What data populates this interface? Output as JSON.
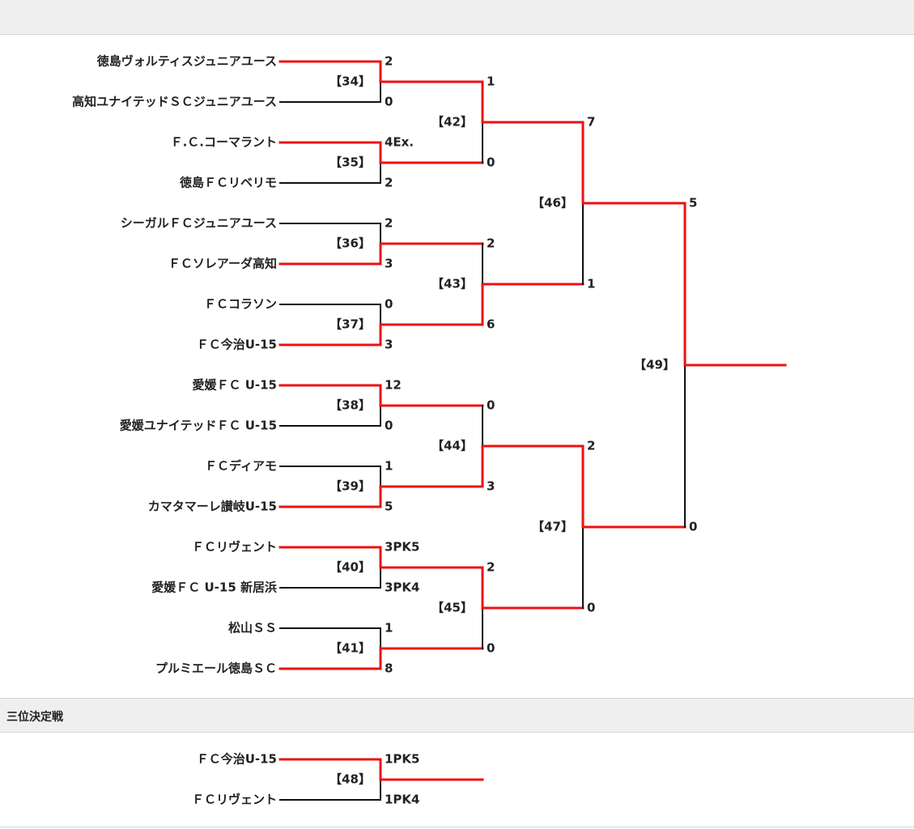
{
  "section_third_place": "三位決定戦",
  "teams": [
    "徳島ヴォルティスジュニアユース",
    "高知ユナイテッドＳＣジュニアユース",
    "Ｆ.Ｃ.コーマラント",
    "徳島ＦＣリベリモ",
    "シーガルＦＣジュニアユース",
    "ＦＣソレアーダ高知",
    "ＦＣコラソン",
    "ＦＣ今治U-15",
    "愛媛ＦＣ U-15",
    "愛媛ユナイテッドＦＣ U-15",
    "ＦＣディアモ",
    "カマタマーレ讃岐U-15",
    "ＦＣリヴェント",
    "愛媛ＦＣ U-15 新居浜",
    "松山ＳＳ",
    "プルミエール徳島ＳＣ"
  ],
  "round1": [
    {
      "match": "【34】",
      "scores": [
        "2",
        "0"
      ],
      "winner": 0
    },
    {
      "match": "【35】",
      "scores": [
        "4Ex.",
        "2"
      ],
      "winner": 0
    },
    {
      "match": "【36】",
      "scores": [
        "2",
        "3"
      ],
      "winner": 1
    },
    {
      "match": "【37】",
      "scores": [
        "0",
        "3"
      ],
      "winner": 1
    },
    {
      "match": "【38】",
      "scores": [
        "12",
        "0"
      ],
      "winner": 0
    },
    {
      "match": "【39】",
      "scores": [
        "1",
        "5"
      ],
      "winner": 1
    },
    {
      "match": "【40】",
      "scores": [
        "3PK5",
        "3PK4"
      ],
      "winner": 0
    },
    {
      "match": "【41】",
      "scores": [
        "1",
        "8"
      ],
      "winner": 1
    }
  ],
  "round2": [
    {
      "match": "【42】",
      "scores": [
        "1",
        "0"
      ],
      "winner": 0
    },
    {
      "match": "【43】",
      "scores": [
        "2",
        "6"
      ],
      "winner": 1
    },
    {
      "match": "【44】",
      "scores": [
        "0",
        "3"
      ],
      "winner": 1
    },
    {
      "match": "【45】",
      "scores": [
        "2",
        "0"
      ],
      "winner": 0
    }
  ],
  "round3": [
    {
      "match": "【46】",
      "scores": [
        "7",
        "1"
      ],
      "winner": 0
    },
    {
      "match": "【47】",
      "scores": [
        "2",
        "0"
      ],
      "winner": 0
    }
  ],
  "final": {
    "match": "【49】",
    "scores": [
      "5",
      "0"
    ],
    "winner": 0
  },
  "third_place": {
    "match": "【48】",
    "teams": [
      "ＦＣ今治U-15",
      "ＦＣリヴェント"
    ],
    "scores": [
      "1PK5",
      "1PK4"
    ],
    "winner": 0
  },
  "colors": {
    "winner_line": "#ee1111",
    "loser_line": "#111111"
  }
}
